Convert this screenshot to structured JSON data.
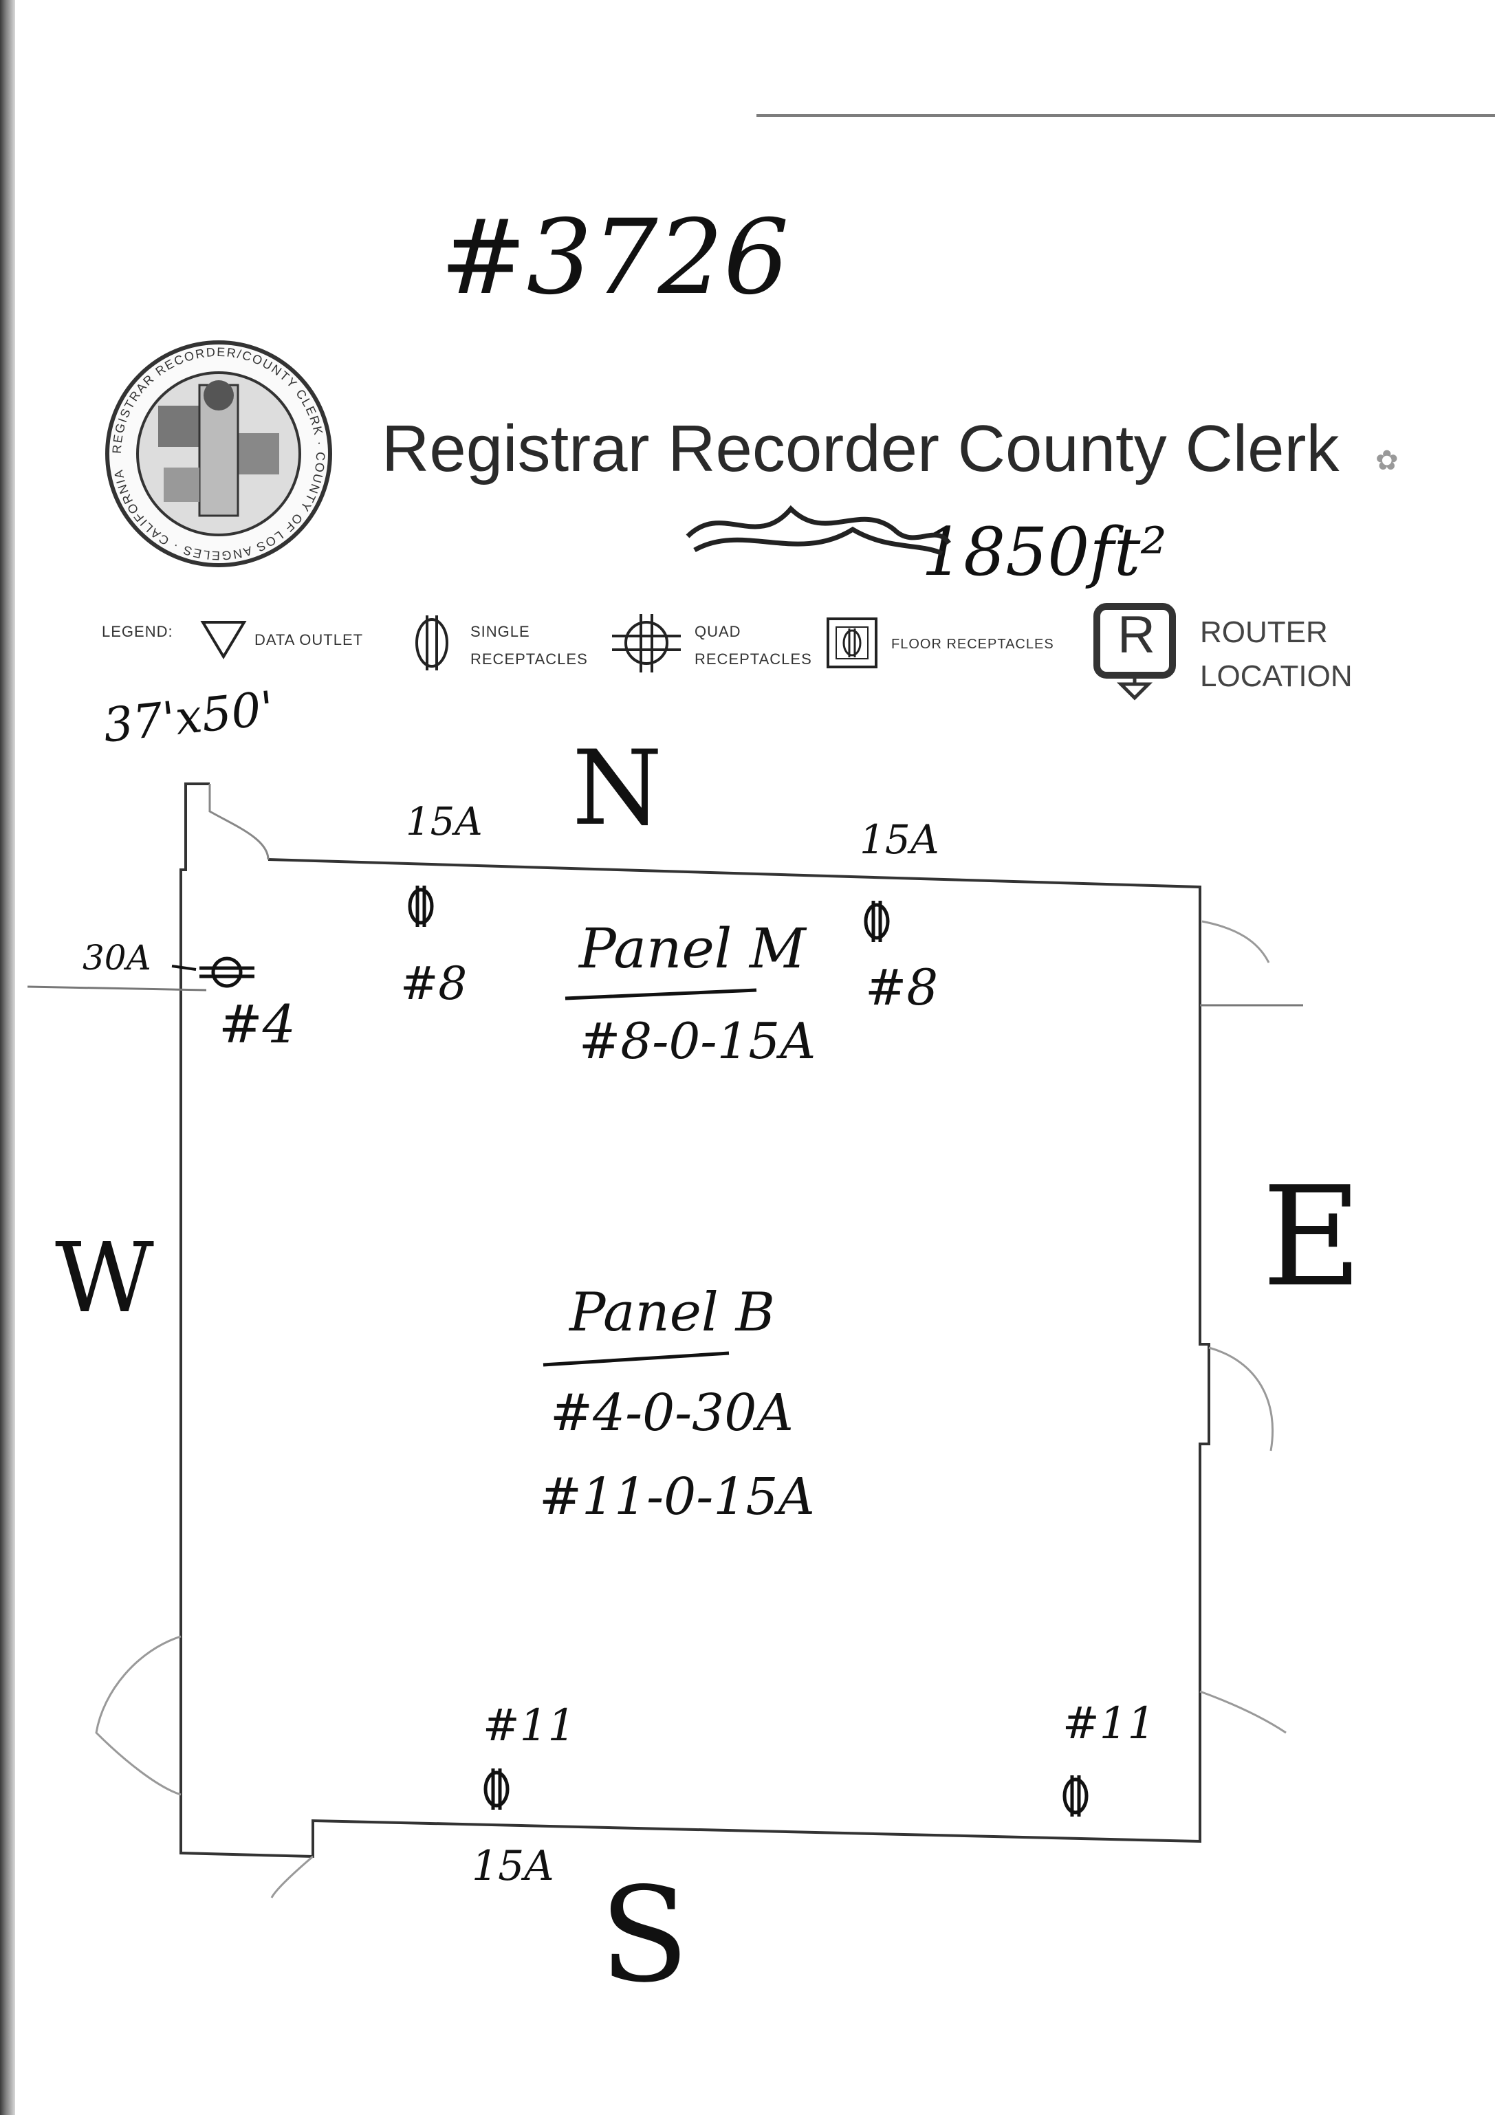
{
  "header": {
    "form_number": "#3726",
    "organization": "Registrar Recorder County Clerk",
    "area": "1850ft²",
    "dimensions": "37'x50'"
  },
  "seal": {
    "ring_text": "REGISTRAR RECORDER/COUNTY CLERK · COUNTY OF LOS ANGELES · CALIFORNIA"
  },
  "legend": {
    "label": "LEGEND:",
    "items": [
      {
        "icon": "triangle-down-icon",
        "label_line1": "DATA OUTLET",
        "label_line2": ""
      },
      {
        "icon": "single-receptacle-icon",
        "label_line1": "SINGLE",
        "label_line2": "RECEPTACLES"
      },
      {
        "icon": "quad-receptacle-icon",
        "label_line1": "QUAD",
        "label_line2": "RECEPTACLES"
      },
      {
        "icon": "floor-receptacle-icon",
        "label_line1": "FLOOR RECEPTACLES",
        "label_line2": ""
      },
      {
        "icon": "router-icon",
        "label_line1": "ROUTER",
        "label_line2": "LOCATION"
      }
    ],
    "router_glyph": "R"
  },
  "compass": {
    "north": "N",
    "south": "S",
    "east": "E",
    "west": "W"
  },
  "outlets": {
    "nw_quad": {
      "amps": "30A",
      "circuit": "#4"
    },
    "north_left": {
      "amps": "15A",
      "circuit": "#8"
    },
    "north_right": {
      "amps": "15A",
      "circuit": "#8"
    },
    "south_left": {
      "amps": "15A",
      "circuit": "#11"
    },
    "south_right": {
      "circuit": "#11"
    }
  },
  "panels": {
    "panel_m": {
      "title": "Panel M",
      "circuits": [
        "#8-0-15A"
      ]
    },
    "panel_b": {
      "title": "Panel B",
      "circuits": [
        "#4-0-30A",
        "#11-0-15A"
      ]
    }
  }
}
